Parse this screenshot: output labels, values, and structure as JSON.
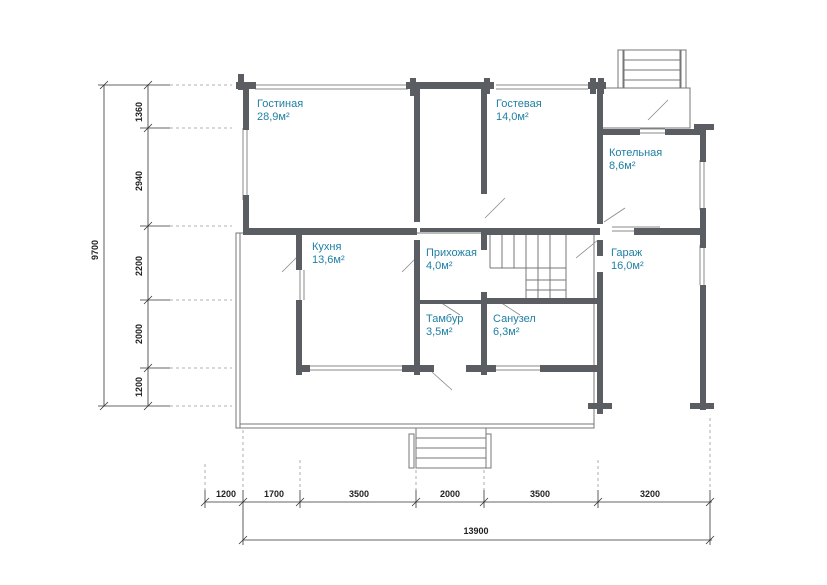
{
  "rooms": [
    {
      "name": "Гостиная",
      "area": "28,9м²"
    },
    {
      "name": "Гостевая",
      "area": "14,0м²"
    },
    {
      "name": "Котельная",
      "area": "8,6м²"
    },
    {
      "name": "Кухня",
      "area": "13,6м²"
    },
    {
      "name": "Прихожая",
      "area": "4,0м²"
    },
    {
      "name": "Гараж",
      "area": "16,0м²"
    },
    {
      "name": "Тамбур",
      "area": "3,5м²"
    },
    {
      "name": "Санузел",
      "area": "6,3м²"
    }
  ],
  "dimensions": {
    "vertical": [
      "1360",
      "2940",
      "2200",
      "2000",
      "1200"
    ],
    "vertical_total": "9700",
    "horizontal": [
      "1200",
      "1700",
      "3500",
      "2000",
      "3500",
      "3200"
    ],
    "horizontal_total": "13900"
  }
}
